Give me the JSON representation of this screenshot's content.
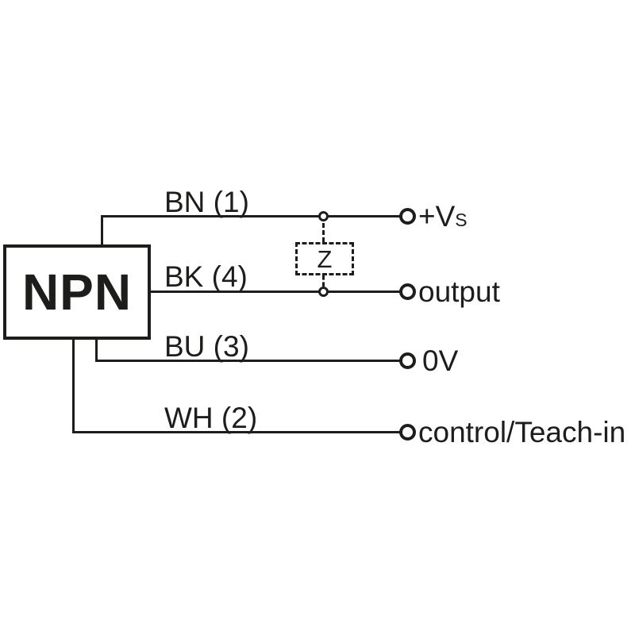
{
  "device": {
    "label": "NPN"
  },
  "impedance": {
    "label": "Z"
  },
  "wires": {
    "bn": {
      "label": "BN (1)"
    },
    "bk": {
      "label": "BK (4)"
    },
    "bu": {
      "label": "BU (3)"
    },
    "wh": {
      "label": "WH (2)"
    }
  },
  "terminals": {
    "vs": {
      "main": "+V",
      "sub": "S"
    },
    "output": {
      "label": "output"
    },
    "zero_volt": {
      "label": "0V"
    },
    "control": {
      "label": "control/Teach-in"
    }
  },
  "colors": {
    "line": "#1d1d1b",
    "background": "#ffffff"
  }
}
